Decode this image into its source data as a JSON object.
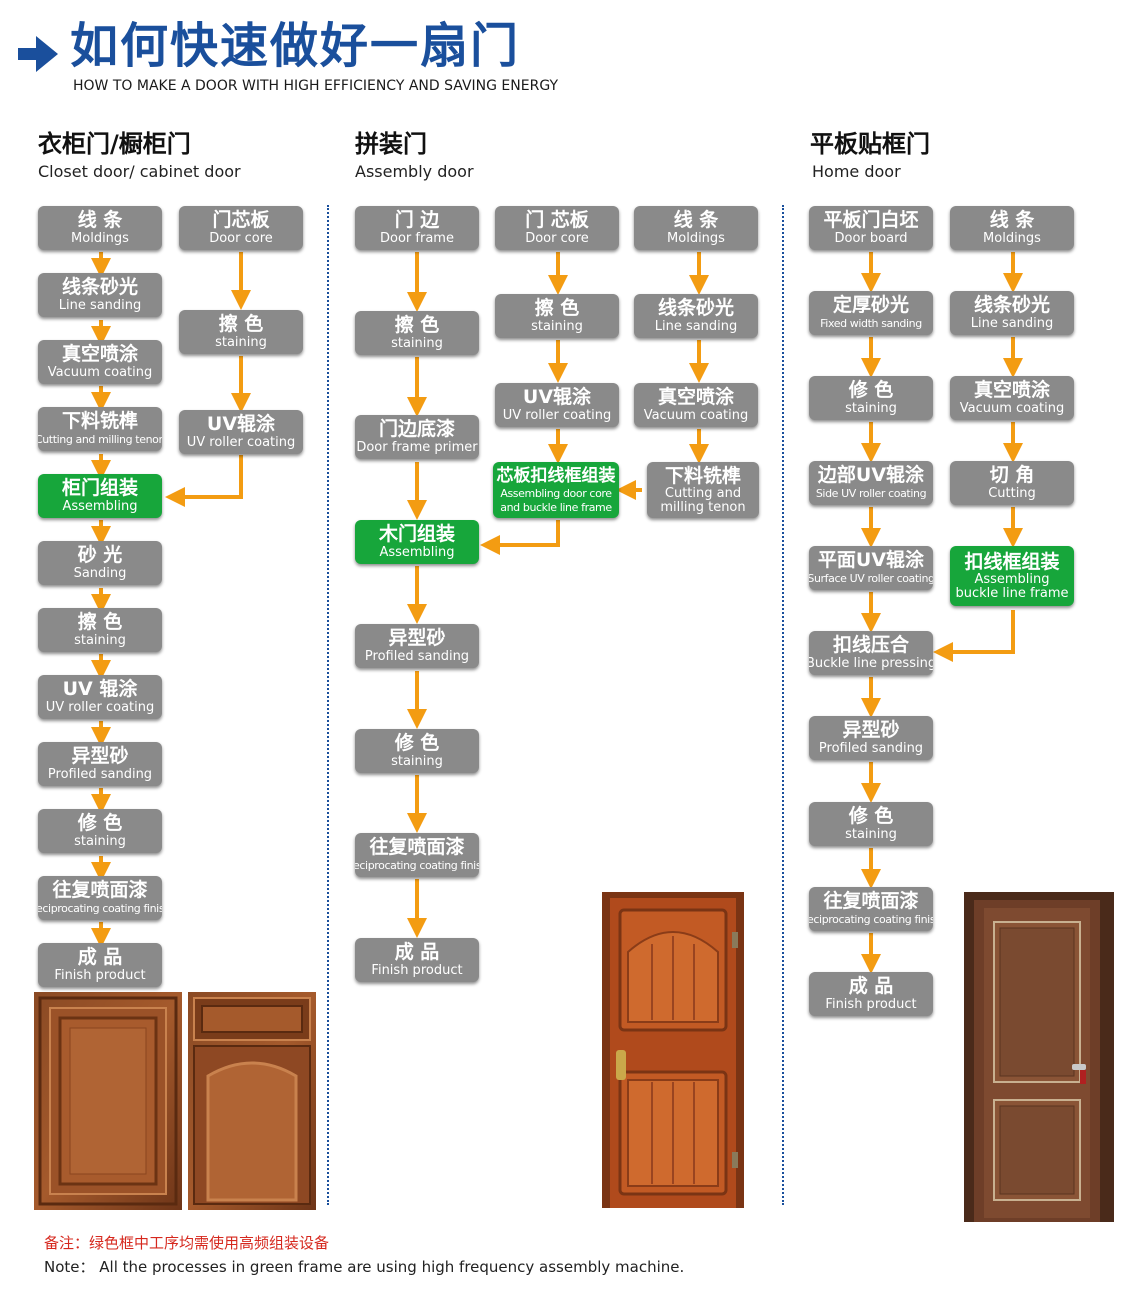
{
  "header": {
    "title_zh": "如何快速做好一扇门",
    "title_en": "HOW TO MAKE A DOOR WITH HIGH EFFICIENCY AND SAVING ENERGY"
  },
  "sections": {
    "closet": {
      "title_zh": "衣柜门/橱柜门",
      "title_en": "Closet door/ cabinet door"
    },
    "assembly": {
      "title_zh": "拼装门",
      "title_en": "Assembly door"
    },
    "home": {
      "title_zh": "平板贴框门",
      "title_en": "Home door"
    }
  },
  "steps": {
    "c1": {
      "zh": "线 条",
      "en": "Moldings"
    },
    "c2": {
      "zh": "线条砂光",
      "en": "Line sanding"
    },
    "c3": {
      "zh": "真空喷涂",
      "en": "Vacuum coating"
    },
    "c4": {
      "zh": "下料铣榫",
      "en": "Cutting and milling tenon"
    },
    "c5": {
      "zh": "柜门组装",
      "en": "Assembling"
    },
    "c6": {
      "zh": "砂 光",
      "en": "Sanding"
    },
    "c7": {
      "zh": "擦 色",
      "en": "staining"
    },
    "c8": {
      "zh": "UV 辊涂",
      "en": "UV roller coating"
    },
    "c9": {
      "zh": "异型砂",
      "en": "Profiled sanding"
    },
    "c10": {
      "zh": "修 色",
      "en": "staining"
    },
    "c11": {
      "zh": "往复喷面漆",
      "en": "Reciprocating coating finish"
    },
    "c12": {
      "zh": "成 品",
      "en": "Finish product"
    },
    "d1": {
      "zh": "门芯板",
      "en": "Door core"
    },
    "d2": {
      "zh": "擦 色",
      "en": "staining"
    },
    "d3": {
      "zh": "UV辊涂",
      "en": "UV roller coating"
    },
    "a1": {
      "zh": "门 边",
      "en": "Door frame"
    },
    "a2": {
      "zh": "擦 色",
      "en": "staining"
    },
    "a3": {
      "zh": "门边底漆",
      "en": "Door frame primer"
    },
    "a4": {
      "zh": "木门组装",
      "en": "Assembling"
    },
    "a5": {
      "zh": "异型砂",
      "en": "Profiled sanding"
    },
    "a6": {
      "zh": "修 色",
      "en": "staining"
    },
    "a7": {
      "zh": "往复喷面漆",
      "en": "Reciprocating coating finish"
    },
    "a8": {
      "zh": "成 品",
      "en": "Finish product"
    },
    "b1": {
      "zh": "门 芯板",
      "en": "Door core"
    },
    "b2": {
      "zh": "擦 色",
      "en": "staining"
    },
    "b3": {
      "zh": "UV辊涂",
      "en": "UV roller coating"
    },
    "b4": {
      "zh": "芯板扣线框组装",
      "en": "Assembling door core and buckle line frame"
    },
    "e1": {
      "zh": "线 条",
      "en": "Moldings"
    },
    "e2": {
      "zh": "线条砂光",
      "en": "Line sanding"
    },
    "e3": {
      "zh": "真空喷涂",
      "en": "Vacuum coating"
    },
    "e4": {
      "zh": "下料铣榫",
      "en": "Cutting and milling tenon"
    },
    "h1": {
      "zh": "平板门白坯",
      "en": "Door board"
    },
    "h2": {
      "zh": "定厚砂光",
      "en": "Fixed width sanding"
    },
    "h3": {
      "zh": "修 色",
      "en": "staining"
    },
    "h4": {
      "zh": "边部UV辊涂",
      "en": "Side UV roller coating"
    },
    "h5": {
      "zh": "平面UV辊涂",
      "en": "Surface UV roller coating"
    },
    "h6": {
      "zh": "扣线压合",
      "en": "Buckle line pressing"
    },
    "h7": {
      "zh": "异型砂",
      "en": "Profiled sanding"
    },
    "h8": {
      "zh": "修 色",
      "en": "staining"
    },
    "h9": {
      "zh": "往复喷面漆",
      "en": "Reciprocating coating finish"
    },
    "h10": {
      "zh": "成 品",
      "en": "Finish product"
    },
    "i1": {
      "zh": "线 条",
      "en": "Moldings"
    },
    "i2": {
      "zh": "线条砂光",
      "en": "Line sanding"
    },
    "i3": {
      "zh": "真空喷涂",
      "en": "Vacuum coating"
    },
    "i4": {
      "zh": "切 角",
      "en": "Cutting"
    },
    "i5": {
      "zh": "扣线框组装",
      "en": "Assembling buckle line frame"
    }
  },
  "note": {
    "zh": "备注：绿色框中工序均需使用高频组装设备",
    "en": "Note： All the processes in green frame are using high frequency assembly machine."
  },
  "colors": {
    "title_blue": "#1a4f9c",
    "box_gray": "#8a8a8a",
    "box_green": "#17a63b",
    "arrow_orange": "#f39c12",
    "note_red": "#d6281e"
  }
}
